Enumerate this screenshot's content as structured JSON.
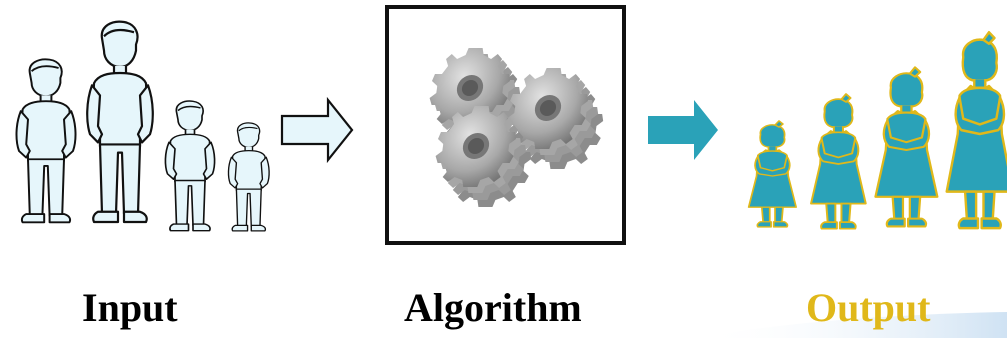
{
  "labels": {
    "input": "Input",
    "algorithm": "Algorithm",
    "output": "Output"
  },
  "colors": {
    "input_figure_fill": "#e6f6fb",
    "input_figure_stroke": "#111111",
    "output_figure_fill": "#2aa2b8",
    "output_figure_stroke": "#e0b81a",
    "input_arrow_fill": "#e6f6fb",
    "input_arrow_stroke": "#111111",
    "output_arrow_fill": "#2aa2b8",
    "gear_fill": "#9a9a9a",
    "gear_hub": "#6e6e6e",
    "algorithm_box_stroke": "#111111",
    "output_label": "#e0b81a",
    "label_text": "#000000",
    "swoosh": "#cfe2f3"
  },
  "icons": {
    "input_figures": "boy-figure-icon",
    "output_figures": "girl-figure-icon",
    "process": "gears-icon",
    "flow": "right-arrow-icon"
  }
}
